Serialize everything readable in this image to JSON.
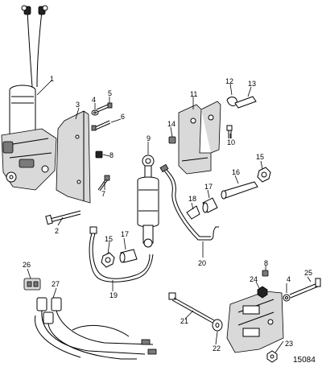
{
  "diagram": {
    "drawing_number": "15084",
    "callouts": [
      "1",
      "2",
      "3",
      "4",
      "5",
      "6",
      "7",
      "8",
      "9",
      "10",
      "11",
      "12",
      "13",
      "14",
      "15",
      "16",
      "17",
      "18",
      "19",
      "20",
      "21",
      "22",
      "23",
      "24",
      "25",
      "26",
      "27"
    ]
  }
}
